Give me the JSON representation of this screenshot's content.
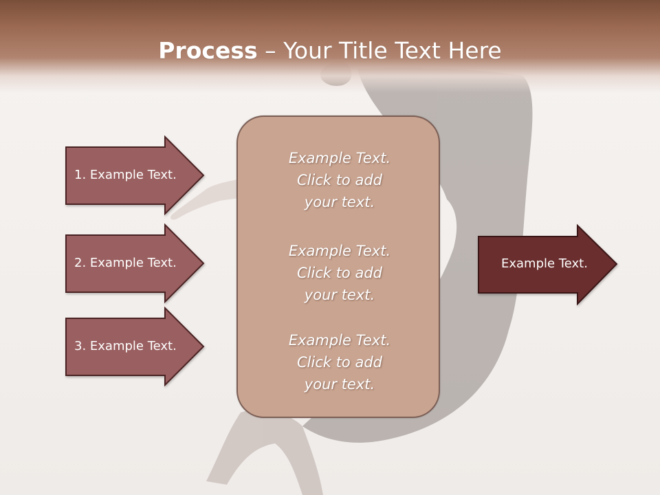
{
  "title": {
    "bold": "Process",
    "rest": " – Your Title Text Here"
  },
  "left_arrows": [
    {
      "label": "1. Example Text."
    },
    {
      "label": "2. Example Text."
    },
    {
      "label": "3. Example Text."
    }
  ],
  "center_items": [
    {
      "text": "Example Text.\nClick  to add\nyour text."
    },
    {
      "text": "Example Text.\nClick  to add\nyour text."
    },
    {
      "text": "Example Text.\nClick  to add\nyour text."
    }
  ],
  "right_arrow": {
    "label": "Example Text."
  },
  "colors": {
    "title_band": "#9c6a52",
    "left_arrow_fill": "#9a5f60",
    "left_arrow_border": "#4a2020",
    "right_arrow_fill": "#6b2f2f",
    "center_box_fill": "#c9a491",
    "center_box_border": "#7b5e55"
  }
}
